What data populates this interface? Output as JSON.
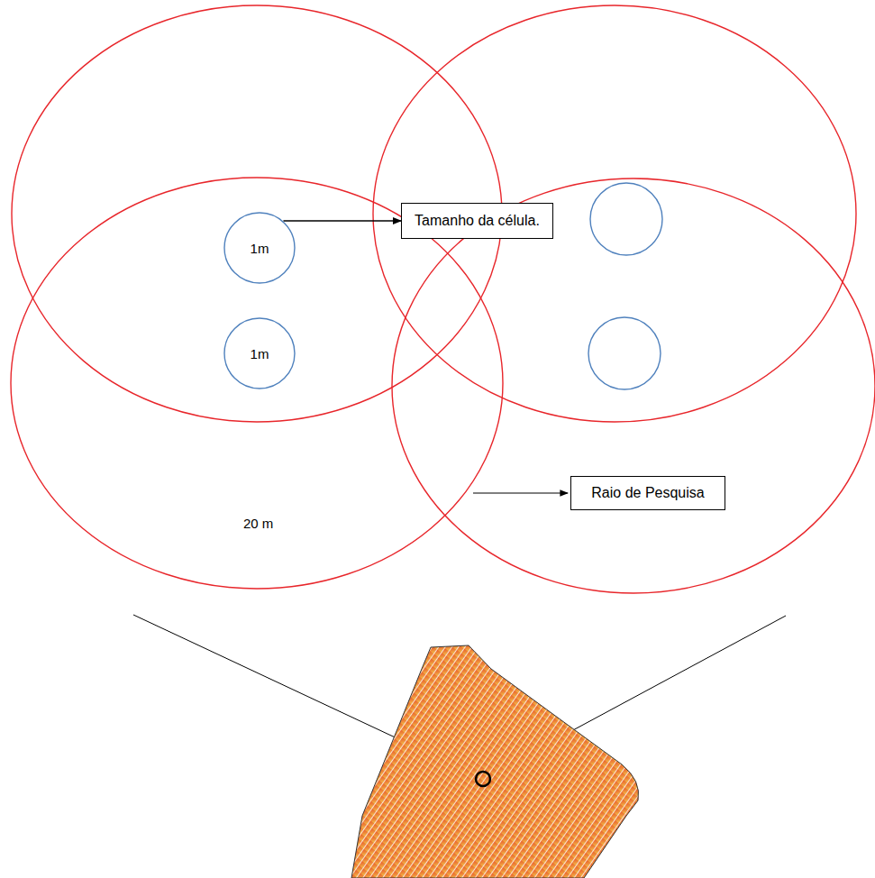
{
  "diagram": {
    "nodes": [
      {
        "text": [
          "1m"
        ]
      },
      {
        "text": [
          "Tamanho da célula."
        ]
      },
      {
        "text": [
          "1m"
        ]
      },
      {
        "text": [
          "Raio de Pesquisa"
        ]
      }
    ],
    "edges": [
      {
        "from": 0,
        "to": 1,
        "arrow": "to"
      }
    ],
    "labels": [
      "20 m"
    ]
  }
}
